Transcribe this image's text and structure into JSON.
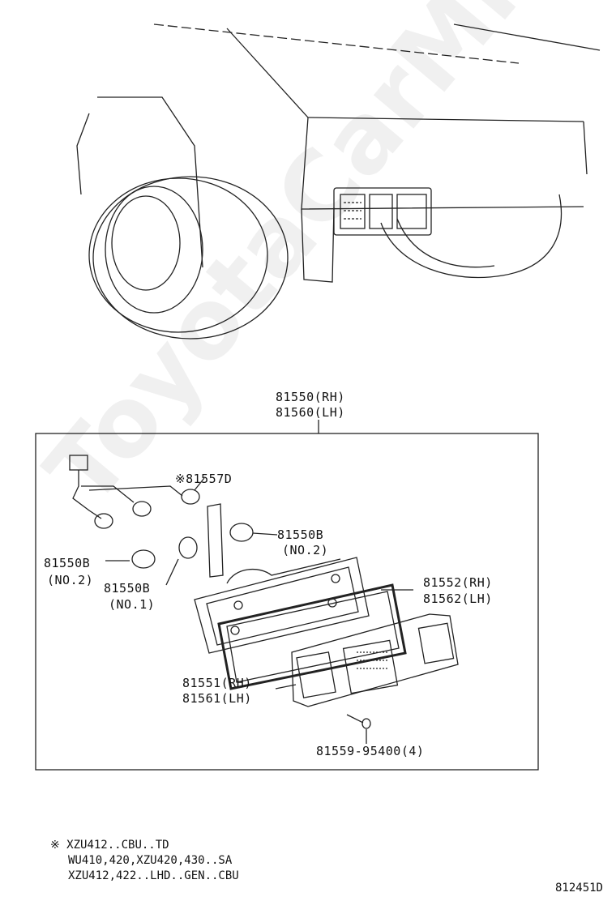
{
  "watermark": "ToyotaCarMiner.ru",
  "parts": {
    "assembly_rh": "81550(RH)",
    "assembly_lh": "81560(LH)",
    "bulb_d": "※81557D",
    "bulb_b_no2_right": "81550B",
    "bulb_b_no2_right_note": "(NO.2)",
    "bulb_b_no2_left": "81550B",
    "bulb_b_no2_left_note": "(NO.2)",
    "bulb_b_no1": "81550B",
    "bulb_b_no1_note": "(NO.1)",
    "gasket_rh": "81552(RH)",
    "gasket_lh": "81562(LH)",
    "lens_rh": "81551(RH)",
    "lens_lh": "81561(LH)",
    "screw": "81559-95400(4)"
  },
  "notes": {
    "line1": "※ XZU412..CBU..TD",
    "line2": "WU410,420,XZU420,430..SA",
    "line3": "XZU412,422..LHD..GEN..CBU"
  },
  "diagram_code": "812451D"
}
